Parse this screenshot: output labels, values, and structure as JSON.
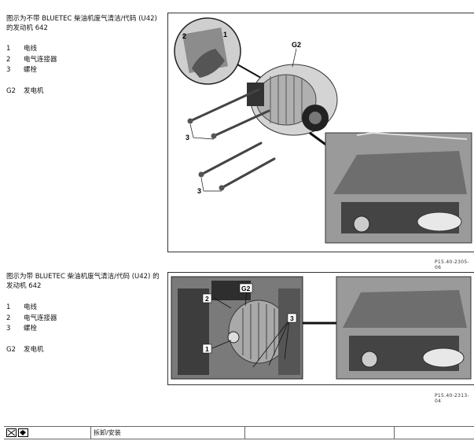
{
  "section1": {
    "caption": "图示为不带 BLUETEC 柴油机废气清洁/代码 (U42) 的发动机 642",
    "legend": [
      {
        "num": "1",
        "text": "电线"
      },
      {
        "num": "2",
        "text": "电气连接器"
      },
      {
        "num": "3",
        "text": "螺栓"
      },
      {
        "num": "G2",
        "text": "发电机"
      }
    ],
    "callouts": [
      "1",
      "2",
      "G2",
      "3",
      "3"
    ],
    "ref": "P15.40-2305-06"
  },
  "section2": {
    "caption": "图示为带 BLUETEC 柴油机废气清洁/代码 (U42) 的发动机 642",
    "legend": [
      {
        "num": "1",
        "text": "电线"
      },
      {
        "num": "2",
        "text": "电气连接器"
      },
      {
        "num": "3",
        "text": "螺栓"
      },
      {
        "num": "G2",
        "text": "发电机"
      }
    ],
    "callouts": [
      "G2",
      "2",
      "3",
      "1"
    ],
    "ref": "P15.40-2313-04"
  },
  "footer": {
    "label": "拆卸/安装"
  }
}
